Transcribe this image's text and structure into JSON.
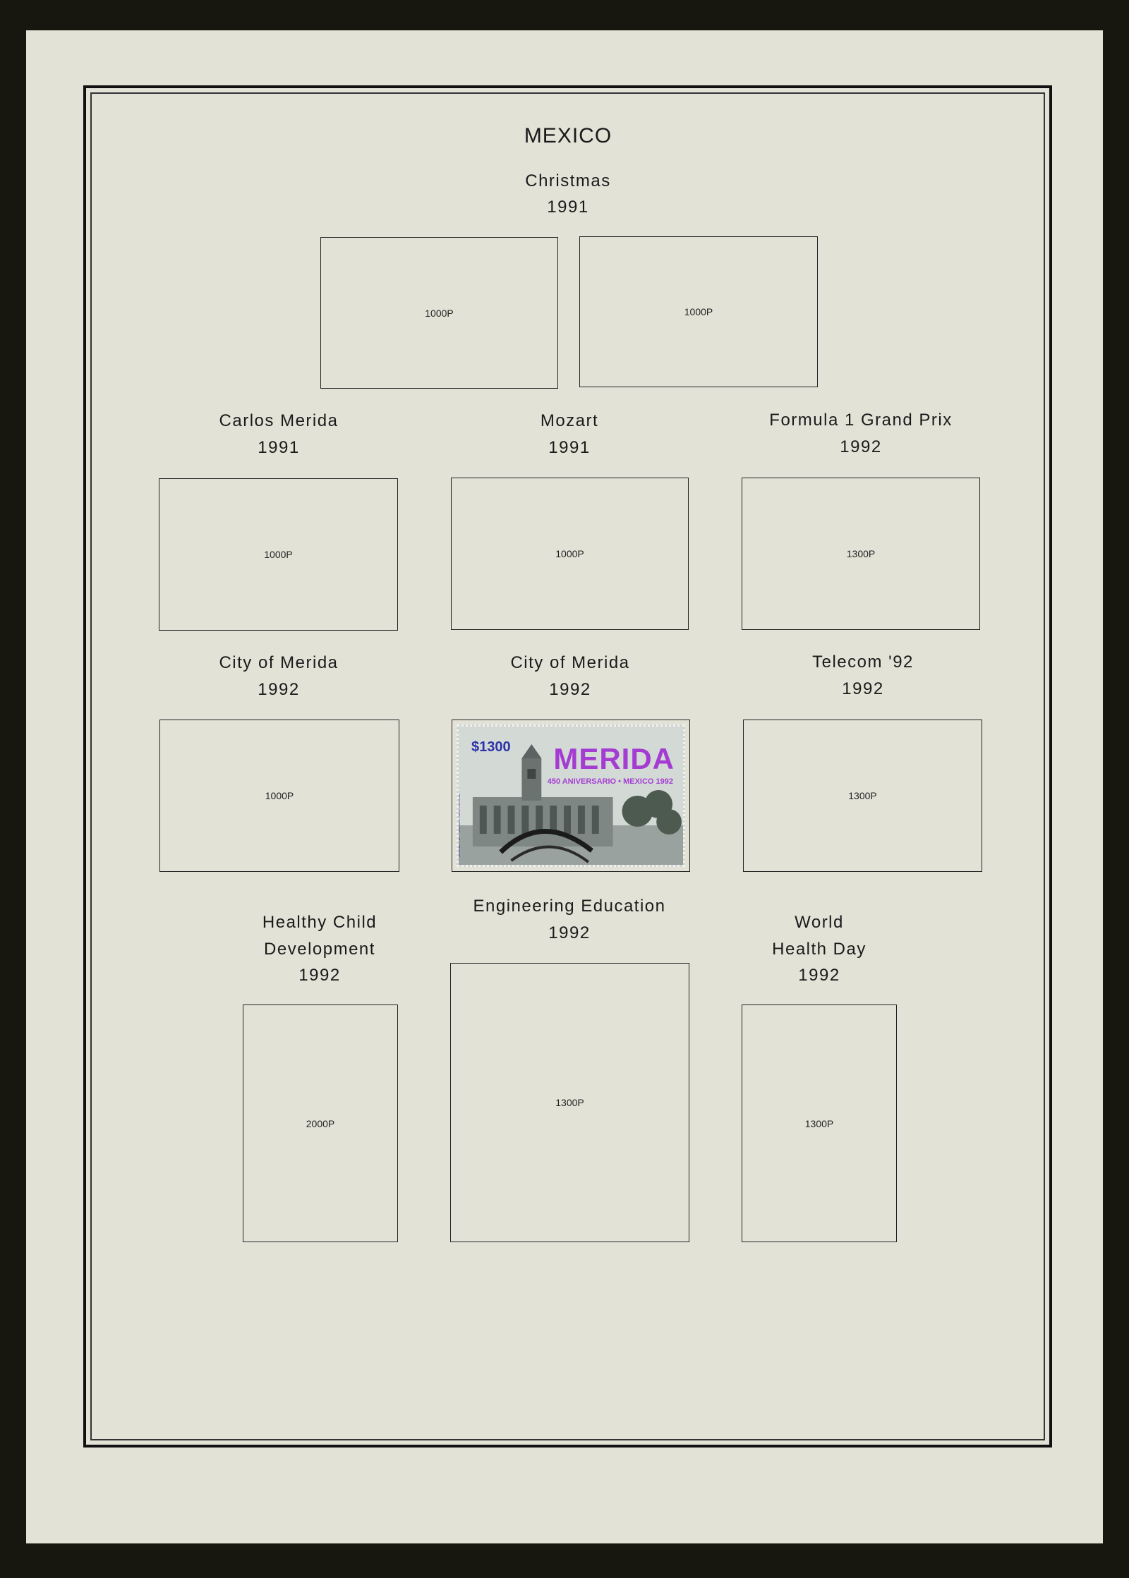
{
  "page": {
    "title": "MEXICO",
    "sections": [
      {
        "lines": [
          "Christmas",
          "1991"
        ]
      },
      {
        "lines": [
          "Carlos  Merida",
          "1991"
        ]
      },
      {
        "lines": [
          "Mozart",
          "1991"
        ]
      },
      {
        "lines": [
          "Formula 1 Grand Prix",
          "1992"
        ]
      },
      {
        "lines": [
          "City of Merida",
          "1992"
        ]
      },
      {
        "lines": [
          "City of Merida",
          "1992"
        ]
      },
      {
        "lines": [
          "Telecom '92",
          "1992"
        ]
      },
      {
        "lines": [
          "Healthy  Child",
          "Development",
          "1992"
        ]
      },
      {
        "lines": [
          "Engineering  Education",
          "1992"
        ]
      },
      {
        "lines": [
          "World",
          "Health Day",
          "1992"
        ]
      }
    ],
    "spaces": [
      {
        "value": "1000P"
      },
      {
        "value": "1000P"
      },
      {
        "value": "1000P"
      },
      {
        "value": "1000P"
      },
      {
        "value": "1300P"
      },
      {
        "value": "1000P"
      },
      {
        "value": "1300P"
      },
      {
        "value": "2000P"
      },
      {
        "value": "1300P"
      },
      {
        "value": "1300P"
      }
    ],
    "stamp": {
      "price": "$1300",
      "name": "MERIDA",
      "subtitle": "450 ANIVERSARIO • MEXICO 1992",
      "credit": "SAMEYE · OLGA MARKARE",
      "colors": {
        "price": "#2f34a8",
        "name": "#a53cd2"
      }
    }
  }
}
